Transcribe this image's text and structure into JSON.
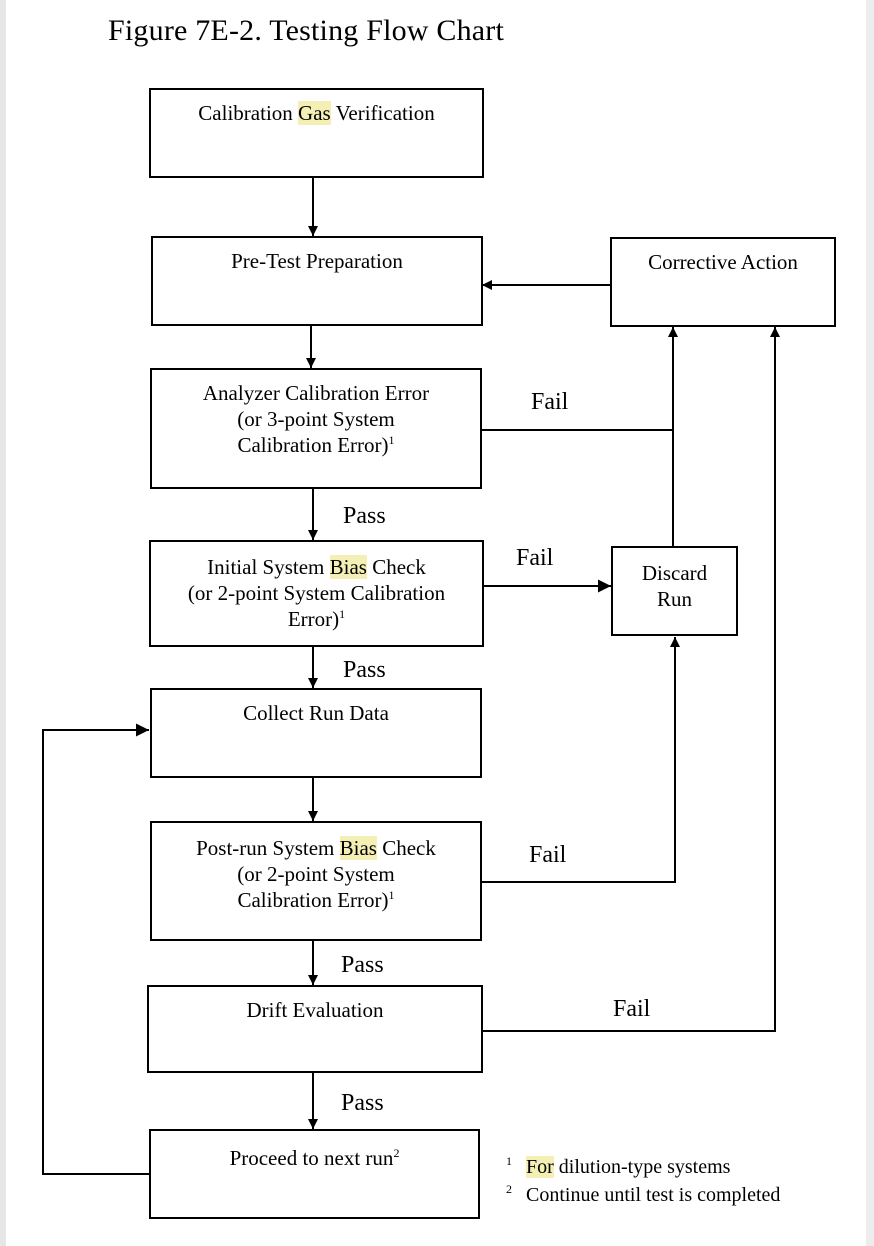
{
  "title": "Figure 7E-2.  Testing Flow Chart",
  "boxes": {
    "calibration_gas": {
      "pre": "Calibration ",
      "highlight": "Gas",
      "post": " Verification"
    },
    "pretest": {
      "text": "Pre-Test Preparation"
    },
    "corrective": {
      "text": "Corrective Action"
    },
    "analyzer": {
      "line1": "Analyzer Calibration Error",
      "line2": "(or 3-point System",
      "line3": "Calibration Error)",
      "sup": "1"
    },
    "initial_bias": {
      "line1_pre": "Initial System ",
      "line1_highlight": "Bias",
      "line1_post": " Check",
      "line2": "(or 2-point System Calibration",
      "line3": "Error)",
      "sup": "1"
    },
    "discard": {
      "line1": "Discard",
      "line2": "Run"
    },
    "collect": {
      "text": "Collect Run Data"
    },
    "postrun_bias": {
      "line1_pre": "Post-run System ",
      "line1_highlight": "Bias",
      "line1_post": " Check",
      "line2": "(or 2-point System",
      "line3": "Calibration Error)",
      "sup": "1"
    },
    "drift": {
      "text": "Drift Evaluation"
    },
    "proceed": {
      "text": "Proceed to next run",
      "sup": "2"
    }
  },
  "edge_labels": {
    "fail": "Fail",
    "pass": "Pass"
  },
  "footnotes": [
    {
      "marker": "1",
      "highlight": "For",
      "text": " dilution-type systems"
    },
    {
      "marker": "2",
      "highlight": "",
      "text": "Continue until test is completed"
    }
  ],
  "colors": {
    "highlight": "#f3efb5",
    "line": "#000000"
  }
}
